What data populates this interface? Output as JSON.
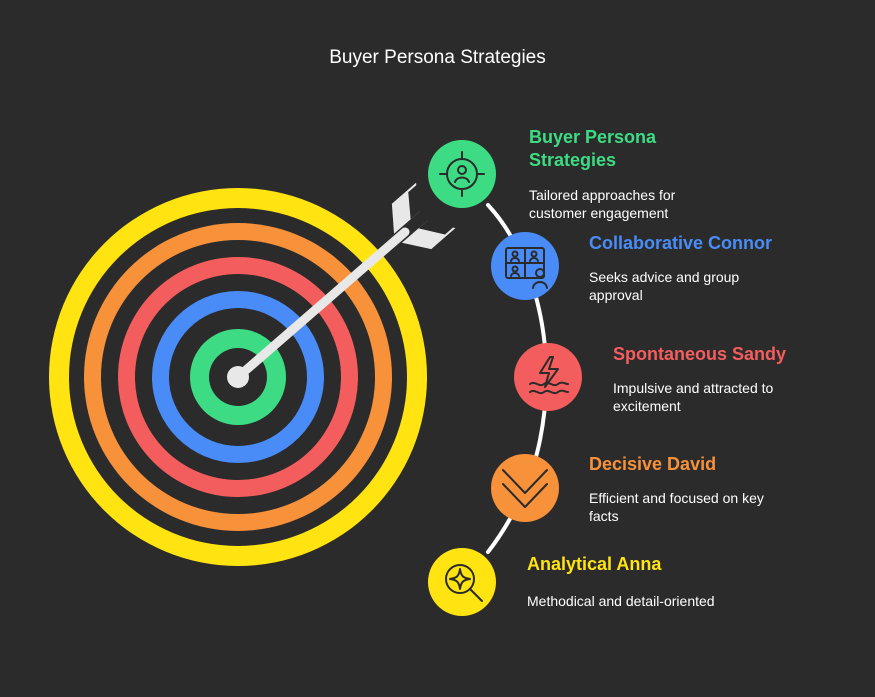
{
  "title": "Buyer Persona Strategies",
  "colors": {
    "background": "#2b2b2b",
    "green": "#3ddc84",
    "blue": "#4a8cf7",
    "red": "#f45d5d",
    "orange": "#f7913a",
    "yellow": "#ffe411"
  },
  "items": [
    {
      "title": "Buyer Persona Strategies",
      "description": "Tailored approaches for customer engagement",
      "color": "#3ddc84",
      "icon": "target-user-icon"
    },
    {
      "title": "Collaborative Connor",
      "description": "Seeks advice and group approval",
      "color": "#4a8cf7",
      "icon": "video-meeting-icon"
    },
    {
      "title": "Spontaneous Sandy",
      "description": "Impulsive and attracted to excitement",
      "color": "#f45d5d",
      "icon": "lightning-waves-icon"
    },
    {
      "title": "Decisive David",
      "description": "Efficient and focused on key facts",
      "color": "#f7913a",
      "icon": "chevron-down-icon"
    },
    {
      "title": "Analytical Anna",
      "description": "Methodical and detail-oriented",
      "color": "#ffe411",
      "icon": "magnify-sparkle-icon"
    }
  ]
}
